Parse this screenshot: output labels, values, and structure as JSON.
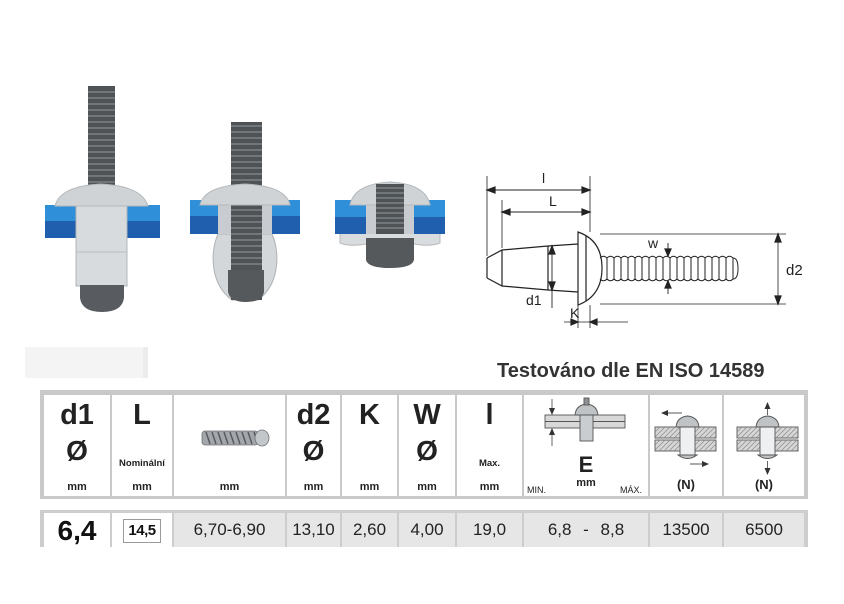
{
  "icons": {
    "rivet_inserted": "rivet-inserted-icon",
    "rivet_setting": "rivet-setting-icon",
    "rivet_set": "rivet-set-icon",
    "rivet_drawing": "rivet-dimension-drawing",
    "mandrel": "mandrel-icon",
    "grip_range": "grip-range-icon",
    "shear": "shear-force-icon",
    "tensile": "tensile-force-icon"
  },
  "drawing": {
    "labels": {
      "l": "l",
      "L": "L",
      "w": "w",
      "d2": "d2",
      "d1": "d1",
      "K": "K"
    }
  },
  "title": "Testováno dle EN ISO 14589",
  "table": {
    "headers": [
      {
        "symbol": "d1",
        "sub": "Ø",
        "unit": "mm"
      },
      {
        "symbol": "L",
        "note": "Nominální",
        "unit": "mm"
      },
      {
        "icon": "mandrel-icon",
        "unit": "mm"
      },
      {
        "symbol": "d2",
        "sub": "Ø",
        "unit": "mm"
      },
      {
        "symbol": "K",
        "unit": "mm"
      },
      {
        "symbol": "W",
        "sub": "Ø",
        "unit": "mm"
      },
      {
        "symbol": "l",
        "note": "Max.",
        "unit": "mm"
      },
      {
        "icon": "grip-range-icon",
        "symbol": "E",
        "unit": "mm",
        "min": "MIN.",
        "max": "MÁX."
      },
      {
        "icon": "shear-force-icon",
        "unit": "(N)"
      },
      {
        "icon": "tensile-force-icon",
        "unit": "(N)"
      }
    ],
    "rows": [
      [
        "6,4",
        "14,5",
        "6,70-6,90",
        "13,10",
        "2,60",
        "4,00",
        "19,0",
        "6,8 - 8,8",
        "13500",
        "6500"
      ]
    ]
  },
  "colors": {
    "plate_light": "#2f8fd8",
    "plate_dark": "#1f5fae",
    "mandrel": "#4f5356",
    "table_frame": "#c9c9c9",
    "row_fill": "#e6e6e6"
  }
}
